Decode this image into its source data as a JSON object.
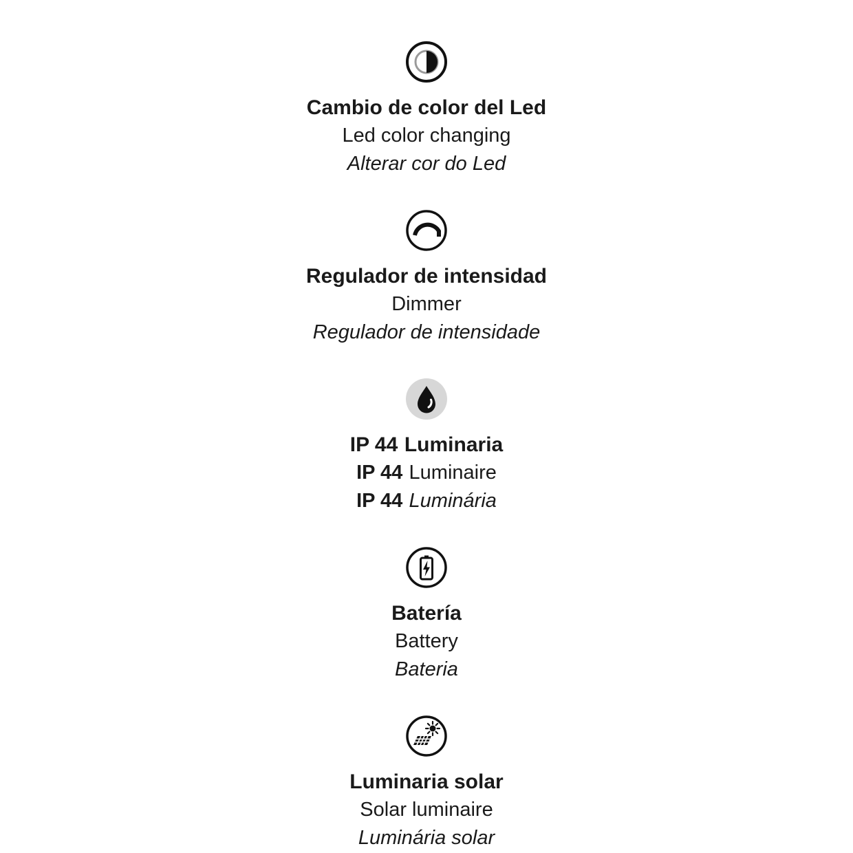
{
  "colors": {
    "text": "#1a1a1a",
    "icon_stroke": "#111111",
    "drop_disc_fill": "#d7d7d7",
    "background": "#ffffff"
  },
  "features": [
    {
      "icon": "led-color-change-icon",
      "title": "Cambio de color del Led",
      "english": "Led color changing",
      "portuguese": "Alterar cor do Led"
    },
    {
      "icon": "dimmer-icon",
      "title": "Regulador de intensidad",
      "english": "Dimmer",
      "portuguese": "Regulador de intensidade"
    },
    {
      "icon": "water-drop-icon",
      "prefix": "IP 44",
      "title": "Luminaria",
      "english": "Luminaire",
      "portuguese": "Luminária"
    },
    {
      "icon": "battery-icon",
      "title": "Batería",
      "english": "Battery",
      "portuguese": "Bateria"
    },
    {
      "icon": "solar-luminaire-icon",
      "title": "Luminaria solar",
      "english": "Solar luminaire",
      "portuguese": "Luminária solar"
    }
  ]
}
